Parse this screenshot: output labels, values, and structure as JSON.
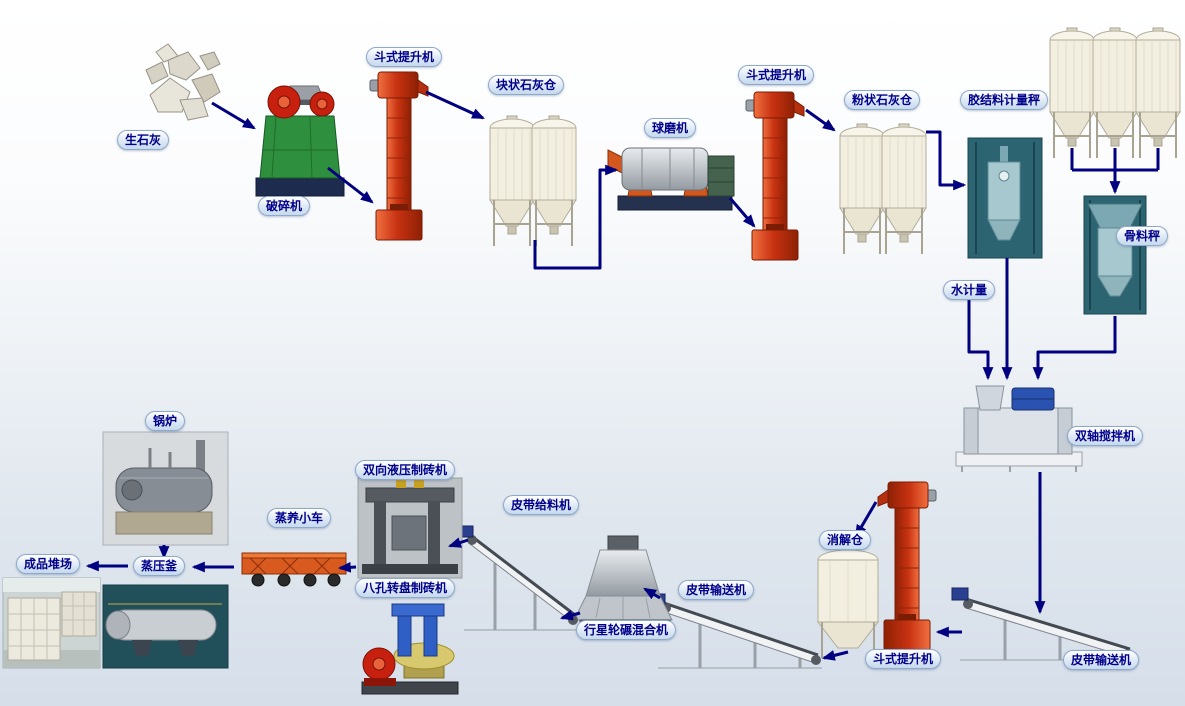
{
  "diagram": {
    "labels": {
      "quicklime": "生石灰",
      "crusher": "破碎机",
      "bucket_elevator_1": "斗式提升机",
      "lump_lime_silo": "块状石灰仓",
      "ball_mill": "球磨机",
      "bucket_elevator_2": "斗式提升机",
      "powder_lime_silo": "粉状石灰仓",
      "binder_metering_scale": "胶结料计量秤",
      "aggregate_scale": "骨料秤",
      "water_metering": "水计量",
      "double_shaft_mixer": "双轴搅拌机",
      "belt_conveyor_right": "皮带输送机",
      "bucket_elevator_3": "斗式提升机",
      "digestion_silo": "消解仓",
      "belt_conveyor_mid": "皮带输送机",
      "planetary_mixer": "行星轮碾混合机",
      "belt_feeder": "皮带给料机",
      "hydraulic_brick_machine": "双向液压制砖机",
      "rotary_brick_machine": "八孔转盘制砖机",
      "steam_trolley": "蒸养小车",
      "autoclave": "蒸压釜",
      "boiler": "锅炉",
      "product_yard": "成品堆场"
    },
    "colors": {
      "arrow": "#000080",
      "label_text": "#00008b",
      "elevator_red": "#c93312",
      "silo_cream": "#f3efe0",
      "machine_green": "#2e8f3e",
      "photo_teal": "#2c6472"
    }
  }
}
